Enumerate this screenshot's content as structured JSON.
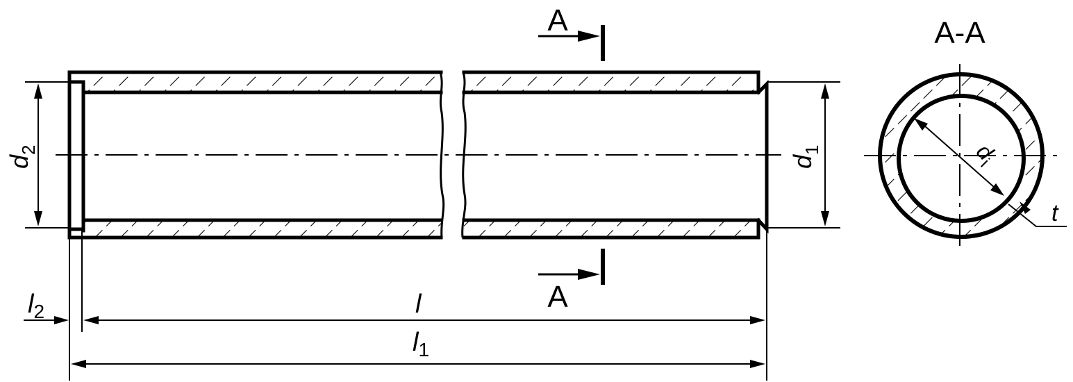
{
  "labels": {
    "section_top": "A",
    "section_bottom": "A",
    "section_title": "A-A",
    "d2_main": "d",
    "d2_sub": "2",
    "d1_main": "d",
    "d1_sub": "1",
    "di_main": "d",
    "di_sub": "i",
    "t": "t",
    "l2_main": "l",
    "l2_sub": "2",
    "l": "l",
    "l1_main": "l",
    "l1_sub": "1"
  },
  "colors": {
    "line": "#000000",
    "background": "#ffffff"
  }
}
